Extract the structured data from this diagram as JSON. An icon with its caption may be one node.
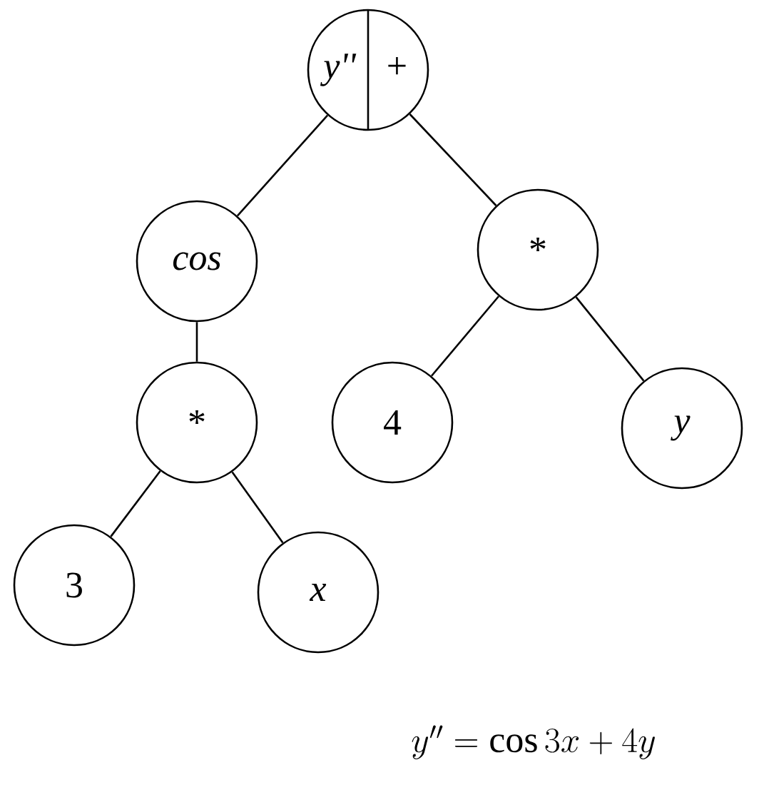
{
  "diagram": {
    "caption": "y'' = \\cos 3x + 4y",
    "nodes": [
      {
        "text": [
          "y''",
          "+"
        ]
      },
      {
        "text": [
          "cos"
        ]
      },
      {
        "text": [
          "*"
        ]
      },
      {
        "text": [
          "*"
        ]
      },
      {
        "text": [
          "4"
        ]
      },
      {
        "text": [
          "y"
        ]
      },
      {
        "text": [
          "3"
        ]
      },
      {
        "text": [
          "x"
        ]
      }
    ],
    "edges": [
      {
        "from": 0,
        "to": 1,
        "arrow": "none"
      },
      {
        "from": 0,
        "to": 2,
        "arrow": "none"
      },
      {
        "from": 1,
        "to": 3,
        "arrow": "none"
      },
      {
        "from": 2,
        "to": 4,
        "arrow": "none"
      },
      {
        "from": 2,
        "to": 5,
        "arrow": "none"
      },
      {
        "from": 3,
        "to": 6,
        "arrow": "none"
      },
      {
        "from": 3,
        "to": 7,
        "arrow": "none"
      }
    ]
  }
}
